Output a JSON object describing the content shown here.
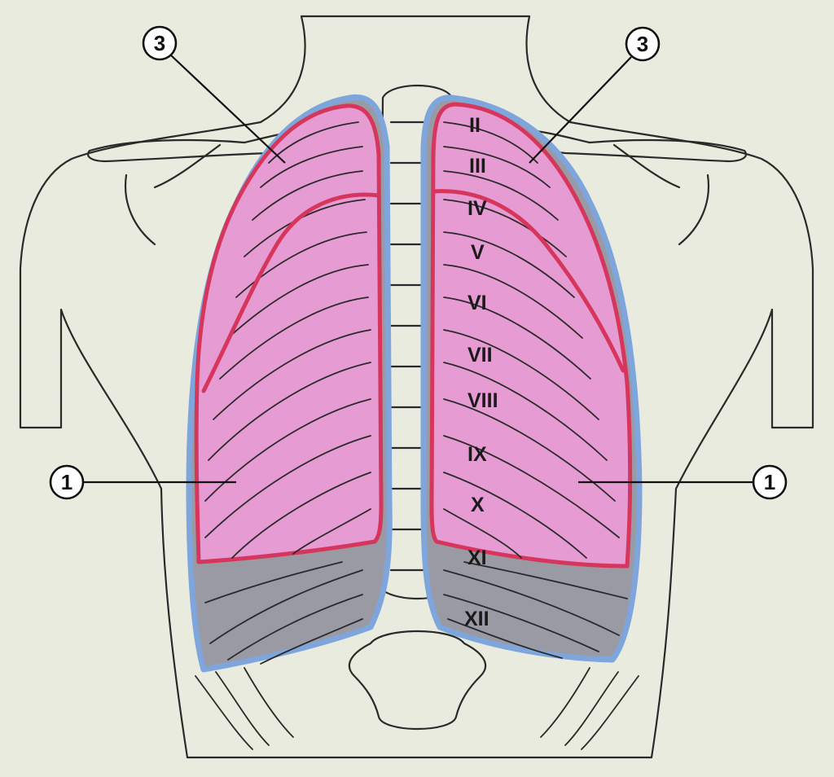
{
  "colors": {
    "background": "#e9ebdf",
    "body": "#f2a8a4",
    "lung": "#e79bd3",
    "pleura_recess": "#9a9aa5",
    "lung_border": "#d6365c",
    "pleura_border": "#7fa6dc",
    "line": "#2a2a2a"
  },
  "markers": [
    {
      "id": "left-upper",
      "label": "3"
    },
    {
      "id": "right-upper",
      "label": "3"
    },
    {
      "id": "left-lower",
      "label": "1"
    },
    {
      "id": "right-lower",
      "label": "1"
    }
  ],
  "rib_labels": [
    "II",
    "III",
    "IV",
    "V",
    "VI",
    "VII",
    "VIII",
    "IX",
    "X",
    "XI",
    "XII"
  ]
}
